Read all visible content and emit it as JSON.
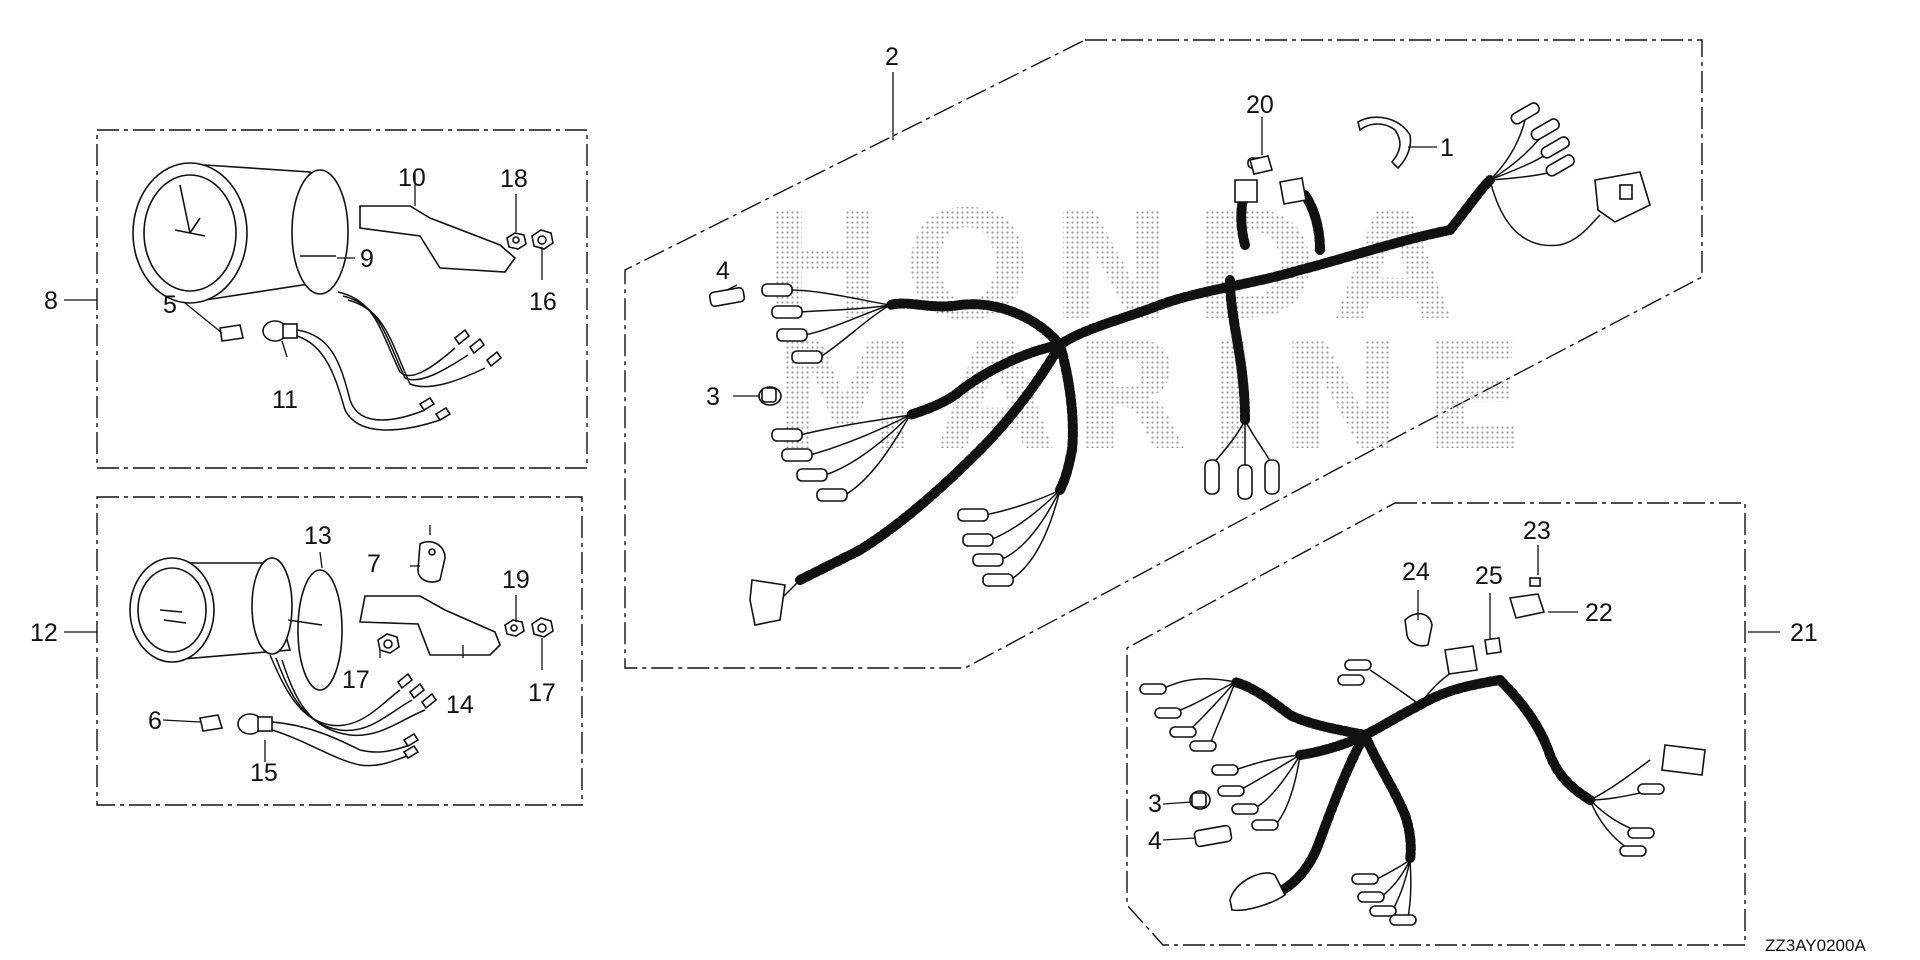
{
  "diagram_code": "ZZ3AY0200A",
  "watermark": {
    "line1": "HONDA",
    "line2": "MARINE"
  },
  "callouts": {
    "c1": "1",
    "c2": "2",
    "c3a": "3",
    "c3b": "3",
    "c4a": "4",
    "c4b": "4",
    "c5": "5",
    "c6": "6",
    "c7": "7",
    "c8": "8",
    "c9": "9",
    "c10": "10",
    "c11": "11",
    "c12": "12",
    "c13": "13",
    "c14": "14",
    "c15": "15",
    "c16": "16",
    "c17a": "17",
    "c17b": "17",
    "c18": "18",
    "c19": "19",
    "c20": "20",
    "c21": "21",
    "c22": "22",
    "c23": "23",
    "c24": "24",
    "c25": "25"
  }
}
